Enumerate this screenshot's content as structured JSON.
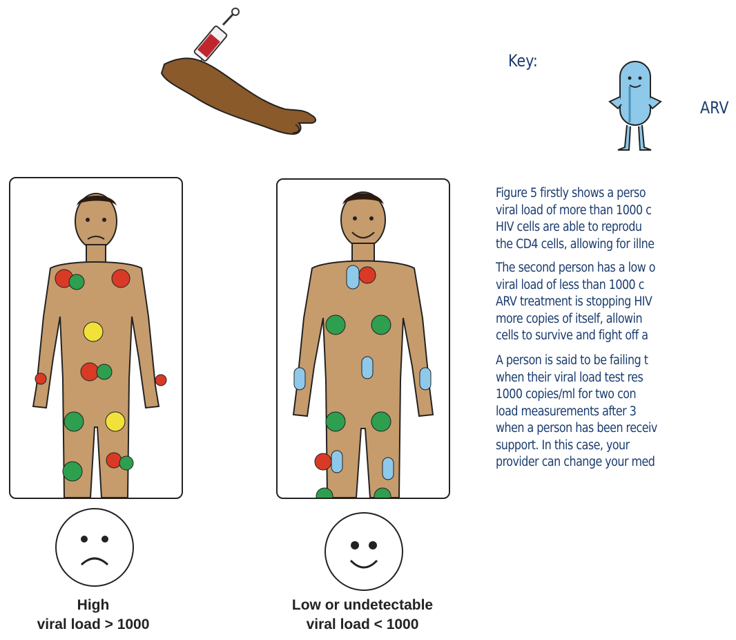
{
  "key": {
    "label": "Key:",
    "arv_label": "ARV",
    "arv_icon": "arv-pill-character-icon"
  },
  "panels": [
    {
      "caption_line1": "High",
      "caption_line2": "viral load > 1000",
      "face": "sad-face-icon"
    },
    {
      "caption_line1": "Low or undetectable",
      "caption_line2": "viral load < 1000",
      "face": "happy-face-icon"
    }
  ],
  "paragraphs": [
    [
      "Figure 5 firstly shows a perso",
      "viral load of more than 1000 c",
      "HIV cells are able to reprodu",
      "the CD4 cells, allowing for illne"
    ],
    [
      "The second person has a low o",
      "viral load of less than 1000 c",
      "ARV treatment is stopping HIV",
      "more copies of itself, allowin",
      "cells to survive and fight off a"
    ],
    [
      "A person is said to be failing t",
      "when their viral load test res",
      "1000 copies/ml for two con",
      "load measurements after 3",
      "when a person has been receiv",
      "support. In this case, your",
      "provider can change your med"
    ]
  ],
  "colors": {
    "skin": "#c69c6d",
    "text": "#1a3c6e",
    "cd4": "#2e9e4f",
    "hiv": "#d93a26",
    "arv": "#8ec9ea",
    "infected": "#f2e13a"
  }
}
